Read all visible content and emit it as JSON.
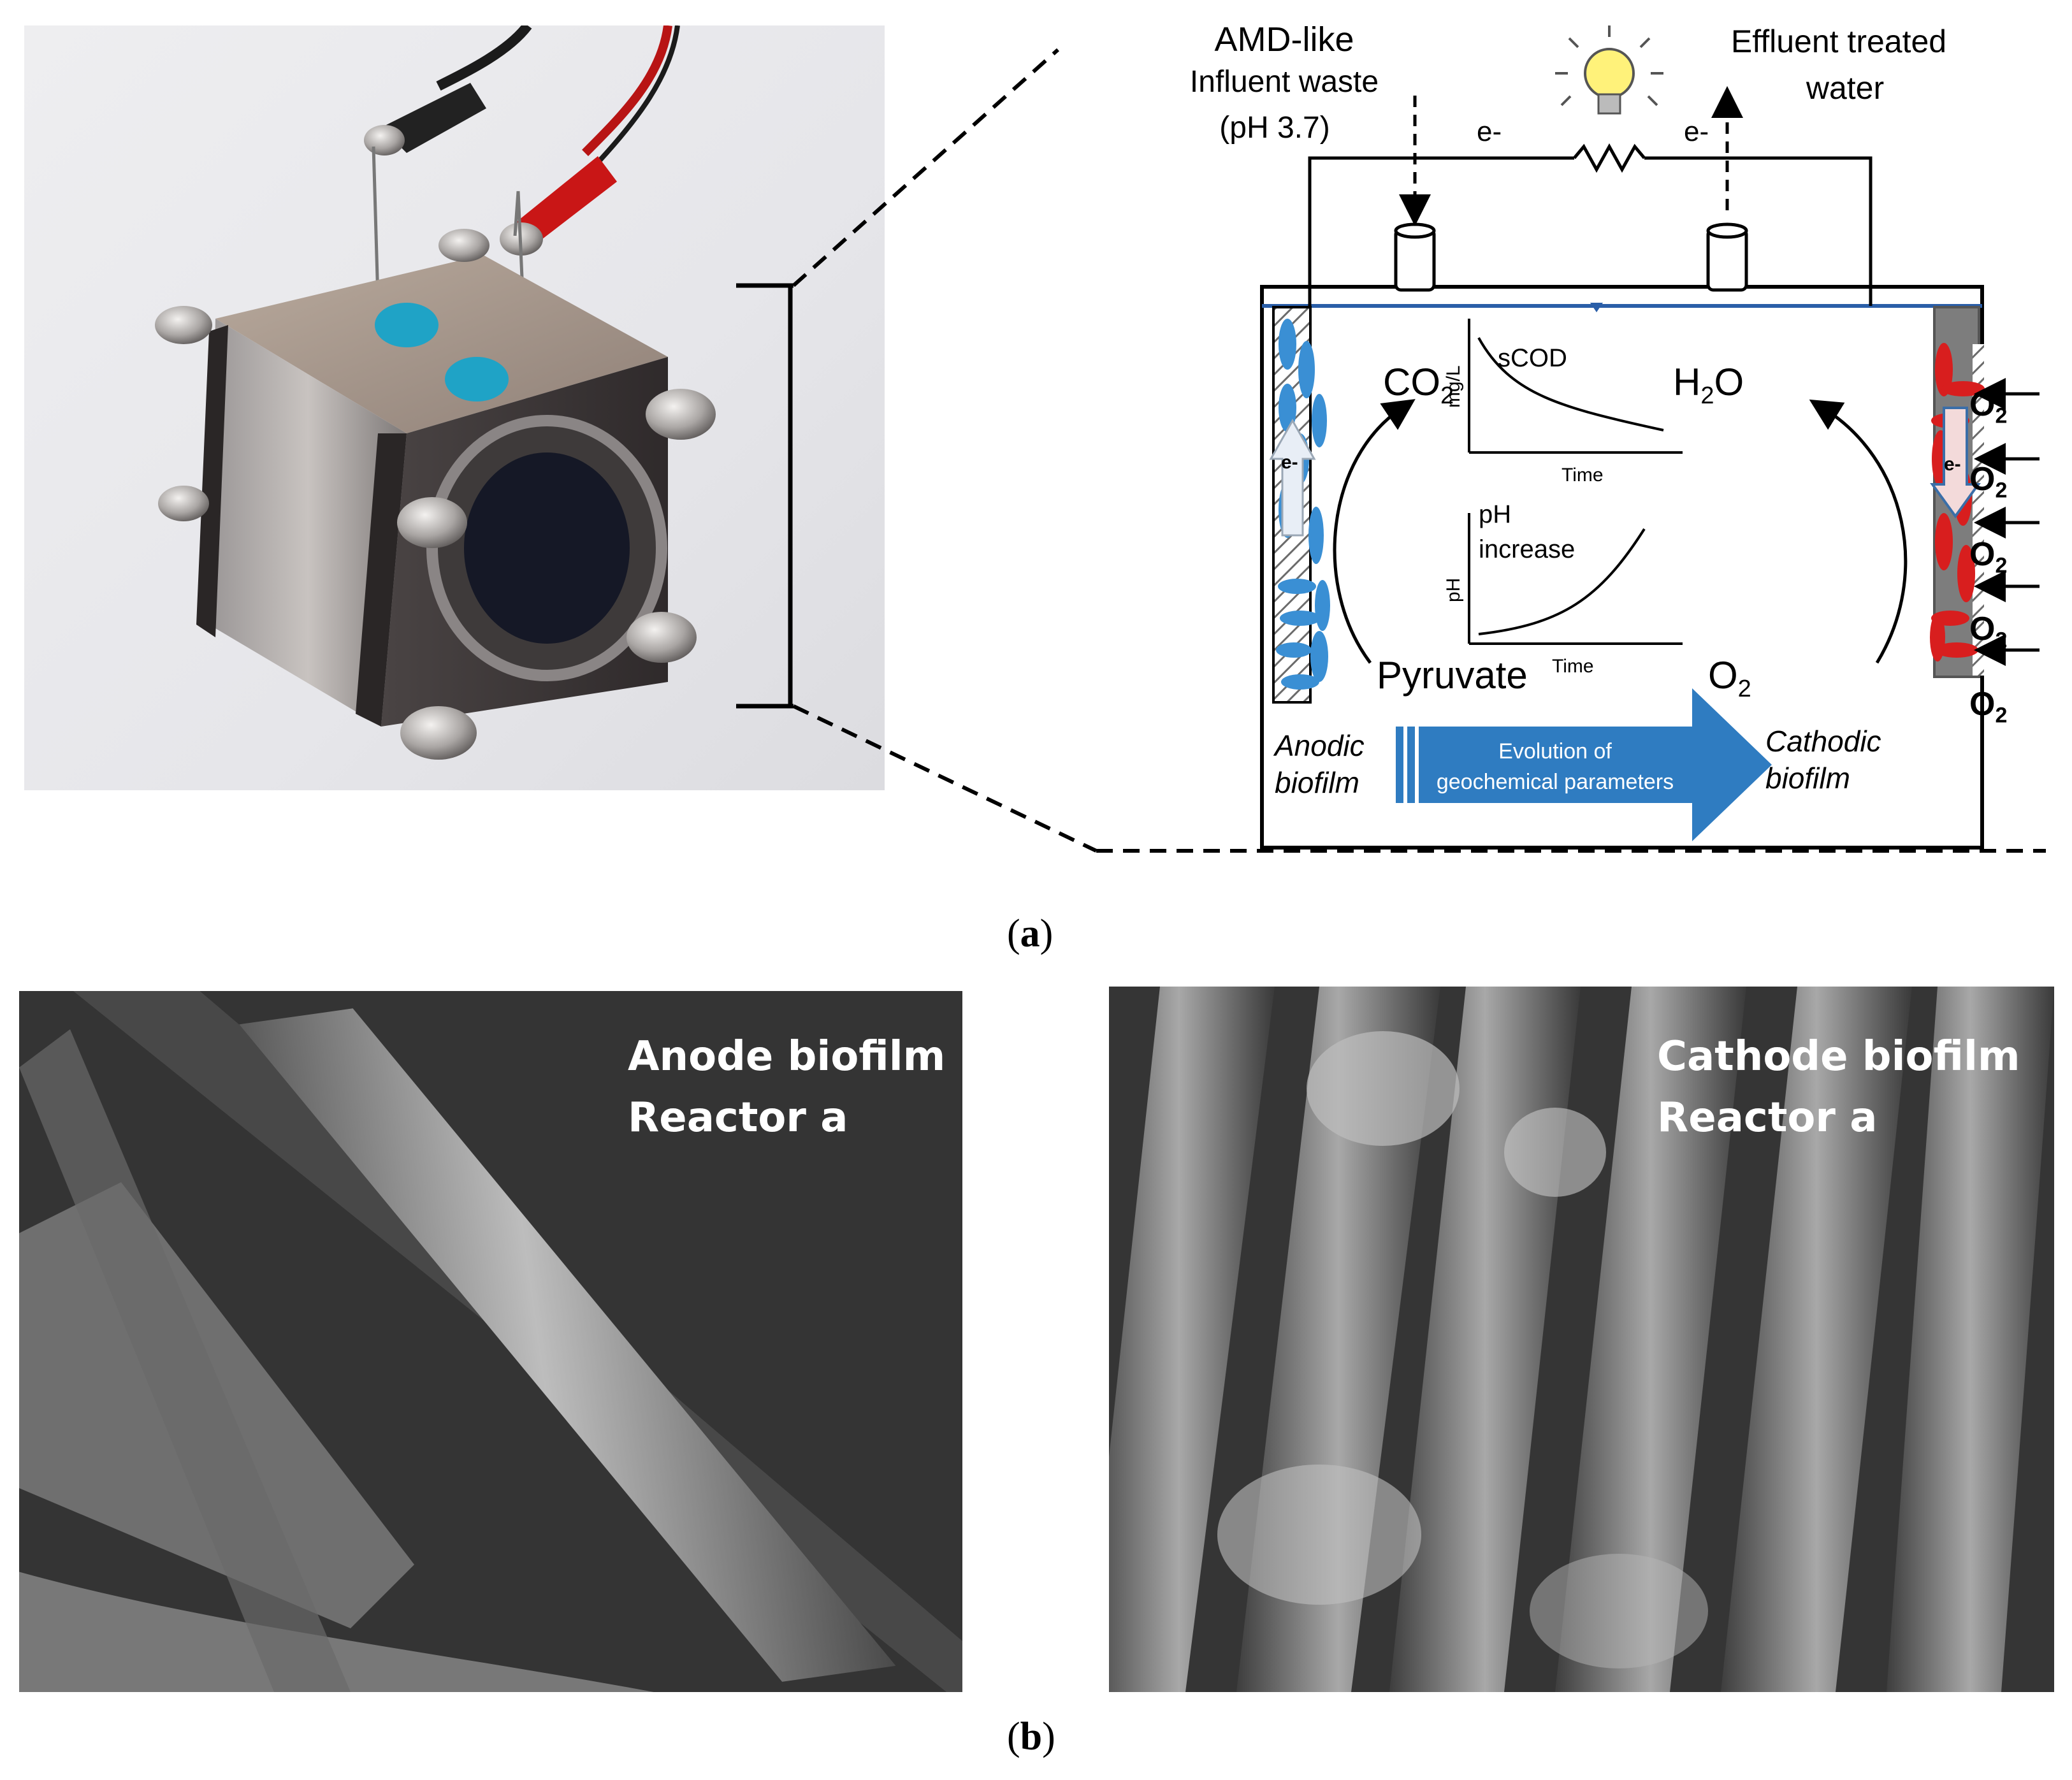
{
  "panel_a": {
    "caption": "a",
    "inlet_label_1": "AMD-like",
    "inlet_label_2": "Influent waste",
    "inlet_label_3": "(pH 3.7)",
    "outlet_label_1": "Effluent treated",
    "outlet_label_2": "water",
    "electron_left": "e-",
    "electron_right": "e-",
    "co2_main": "CO",
    "co2_sub": "2",
    "h2o_main": "H",
    "h2o_sub": "2",
    "h2o_end": "O",
    "pyruvate": "Pyruvate",
    "o2_main": "O",
    "o2_sub": "2",
    "anode_e": "e-",
    "cathode_e": "e-",
    "anodic_1": "Anodic",
    "anodic_2": "biofilm",
    "cathodic_1": "Cathodic",
    "cathodic_2": "biofilm",
    "evolution_1": "Evolution of",
    "evolution_2": "geochemical parameters",
    "oxygen_inputs": [
      "O2",
      "O2",
      "O2",
      "O2",
      "O2"
    ],
    "chart_scod": {
      "series_label": "sCOD",
      "ylabel": "mg/L",
      "xlabel": "Time",
      "trend": "decreasing"
    },
    "chart_ph": {
      "series_label_1": "pH",
      "series_label_2": "increase",
      "ylabel": "pH",
      "xlabel": "Time",
      "trend": "increasing"
    }
  },
  "panel_b": {
    "caption": "b",
    "anode_label_1": "Anode biofilm",
    "anode_label_2": "Reactor a",
    "cathode_label_1": "Cathode biofilm",
    "cathode_label_2": "Reactor a"
  },
  "colors": {
    "anode_blue": "#3a8fd4",
    "cathode_red": "#d81e1e",
    "arrow_blue": "#2f7cc1",
    "water_line": "#2a5ea8"
  }
}
